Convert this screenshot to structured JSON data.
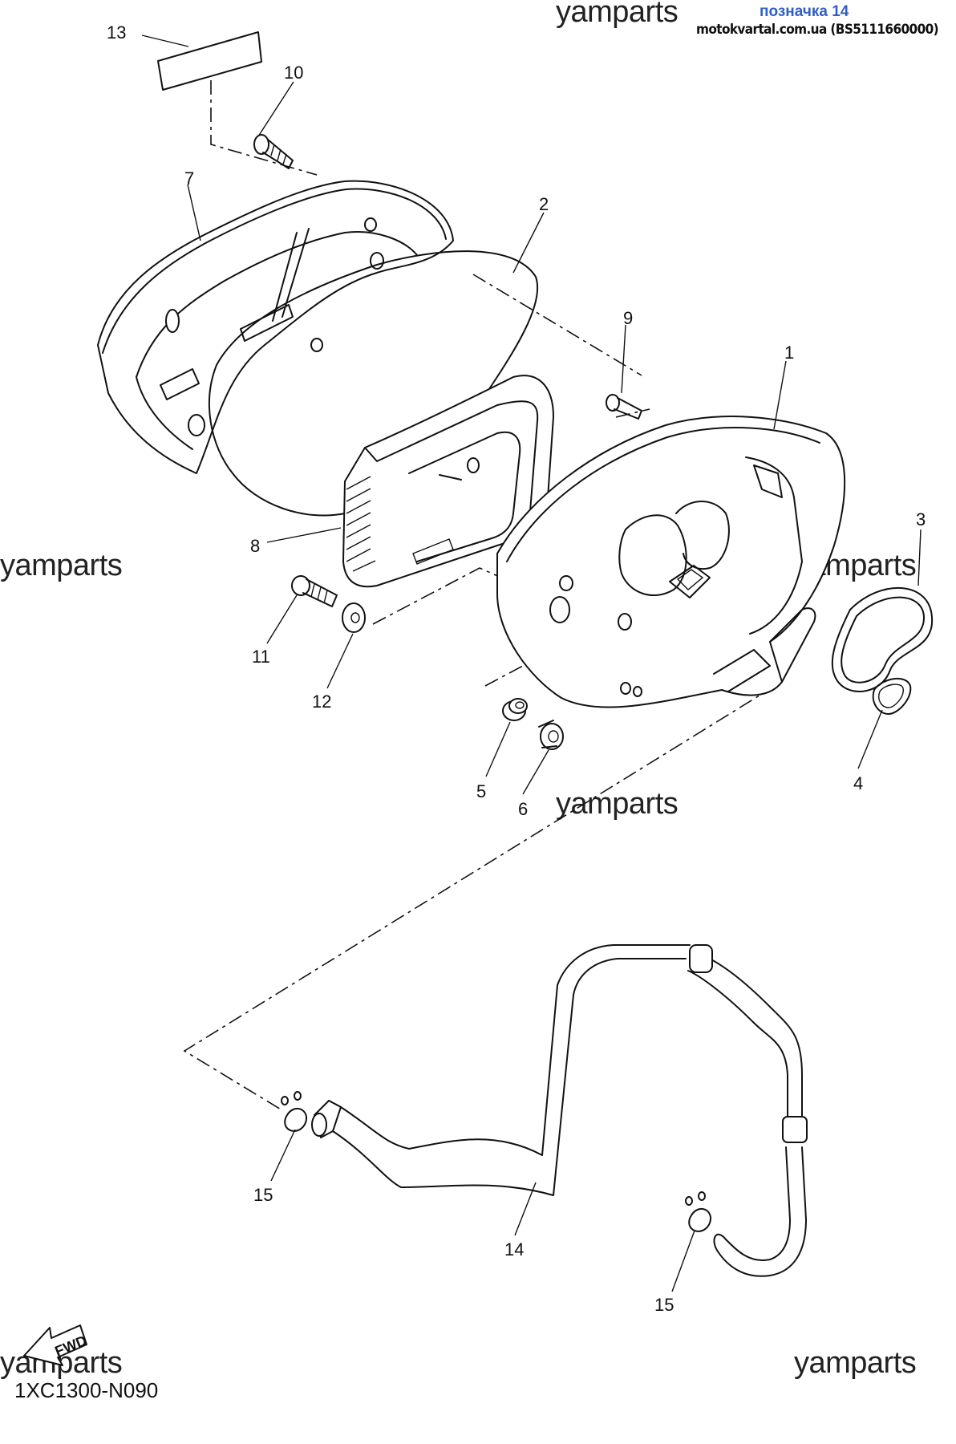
{
  "header": {
    "label": "позначка 14",
    "site": "motokvartal.com.ua (BS5111660000)"
  },
  "watermark": "yamparts",
  "footer": {
    "code": "1XC1300-N090",
    "fwd_label": "FWD"
  },
  "callouts": [
    "1",
    "2",
    "3",
    "4",
    "5",
    "6",
    "7",
    "8",
    "9",
    "10",
    "11",
    "12",
    "13",
    "14",
    "15"
  ],
  "colors": {
    "accent": "#2f5fc8",
    "ink": "#111111"
  }
}
